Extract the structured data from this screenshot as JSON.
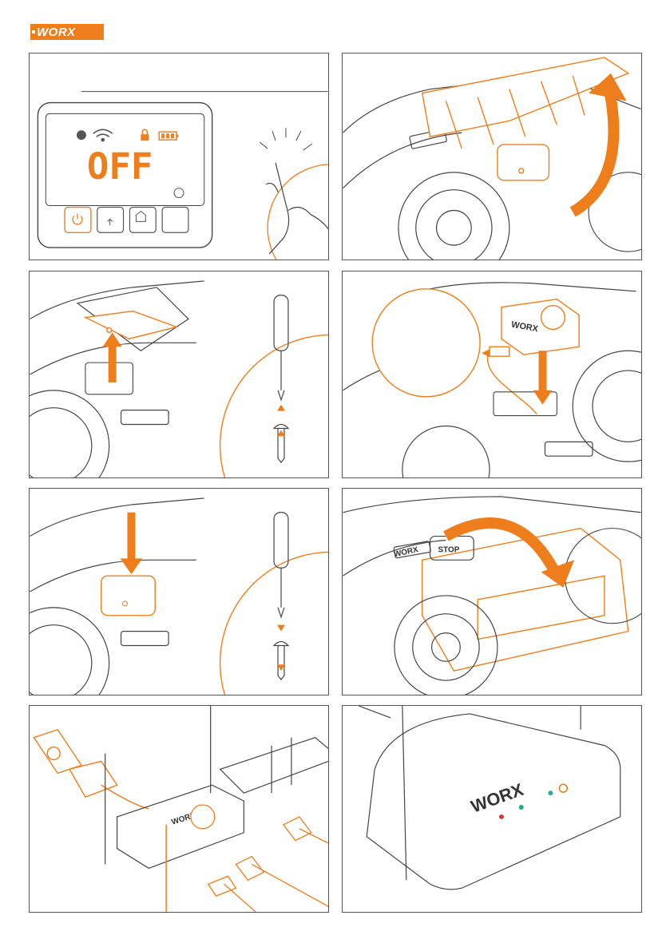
{
  "logo": {
    "text": "WORX",
    "brand_color": "#ee7d1b"
  },
  "panels": {
    "p1": {
      "lcd_text": "OFF"
    },
    "p4": {
      "module_label": "WORX"
    },
    "p6": {
      "stop_label": "STOP",
      "body_label": "WORX"
    },
    "p7": {
      "device_label": "WORX"
    },
    "p8": {
      "device_label": "WORX"
    }
  },
  "colors": {
    "accent": "#ee7d1b",
    "line": "#444444"
  }
}
